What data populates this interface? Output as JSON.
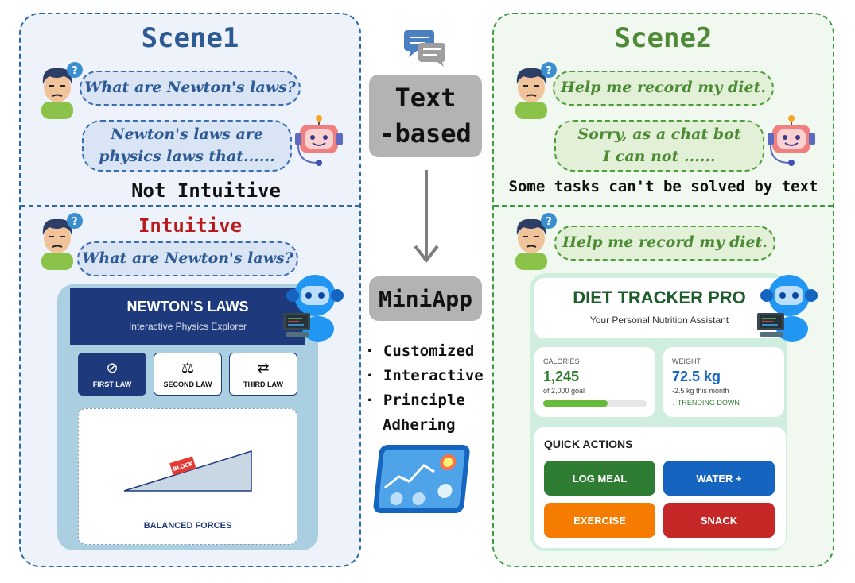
{
  "scene1": {
    "title": "Scene1",
    "question": "What are Newton's laws?",
    "answer_line1": "Newton's laws are",
    "answer_line2": "physics laws that......",
    "verdict_top": "Not Intuitive",
    "verdict_bottom": "Intuitive",
    "question2": "What are Newton's laws?"
  },
  "scene2": {
    "title": "Scene2",
    "request": "Help me record my diet.",
    "reply_line1": "Sorry, as a chat bot",
    "reply_line2": "I can not ......",
    "verdict_top": "Some tasks can't be solved by text",
    "request2": "Help me record my diet."
  },
  "center": {
    "text_based_line1": "Text",
    "text_based_line2": "-based",
    "miniapp": "MiniApp",
    "features": [
      "Customized",
      "Interactive",
      "Principle",
      "Adhering"
    ]
  },
  "newton_app": {
    "title": "NEWTON'S LAWS",
    "subtitle": "Interactive Physics Explorer",
    "laws": [
      {
        "label": "FIRST LAW",
        "icon": "prohibited-icon"
      },
      {
        "label": "SECOND LAW",
        "icon": "balance-scale-icon"
      },
      {
        "label": "THIRD LAW",
        "icon": "arrows-exchange-icon"
      }
    ],
    "block_label": "BLOCK",
    "forces_label": "BALANCED FORCES"
  },
  "diet_app": {
    "title": "DIET TRACKER PRO",
    "subtitle": "Your Personal Nutrition Assistant",
    "calories": {
      "label": "CALORIES",
      "value": "1,245",
      "sub": "of 2,000 goal",
      "progress": 0.62
    },
    "weight": {
      "label": "WEIGHT",
      "value": "72.5 kg",
      "sub": "-2.5 kg this month",
      "trend": "↓ TRENDING DOWN"
    },
    "quick_actions_title": "QUICK ACTIONS",
    "actions": [
      {
        "label": "LOG MEAL",
        "color": "#2e7d32"
      },
      {
        "label": "WATER +",
        "color": "#1565c0"
      },
      {
        "label": "EXERCISE",
        "color": "#f57c00"
      },
      {
        "label": "SNACK",
        "color": "#c62828"
      }
    ]
  },
  "colors": {
    "scene1_border": "#2f6aa8",
    "scene2_border": "#3f9a3f",
    "intuitive_red": "#b71c1c"
  }
}
